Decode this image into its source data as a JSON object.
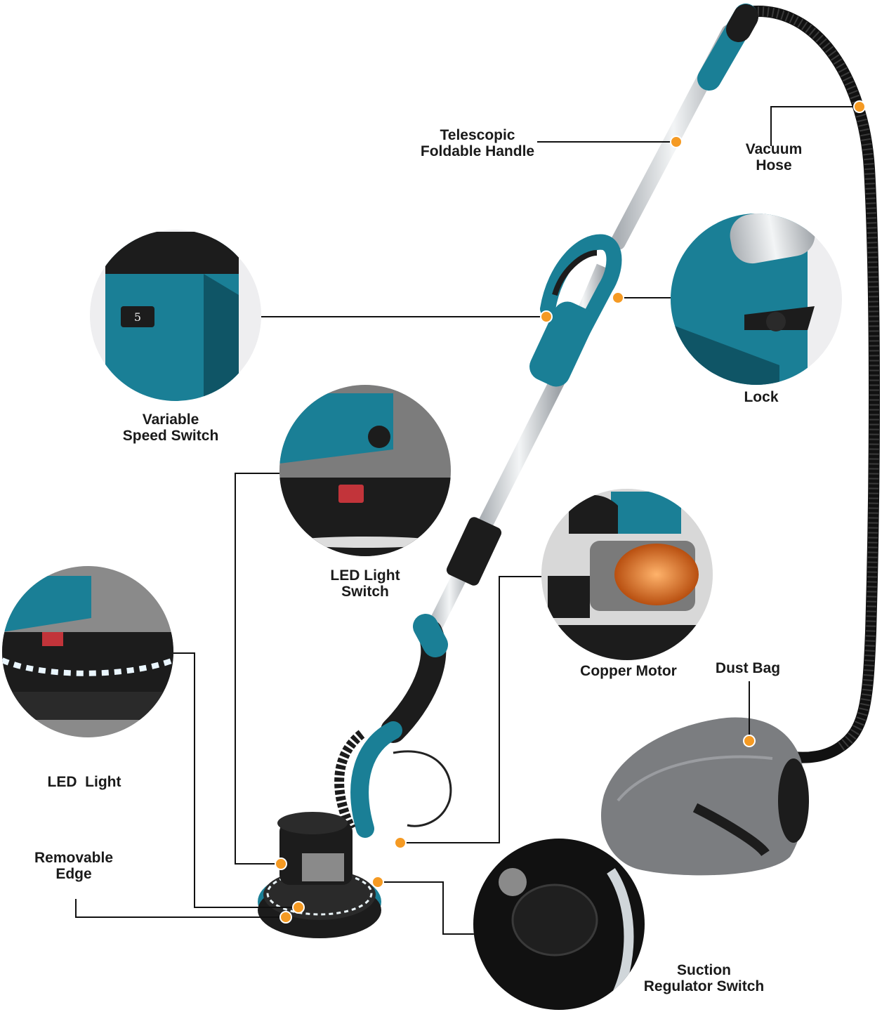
{
  "labels": {
    "handle": [
      "Telescopic",
      "Foldable Handle"
    ],
    "hose": [
      "Vacuum",
      "Hose"
    ],
    "speed": [
      "Variable",
      "Speed Switch"
    ],
    "lock": [
      "Lock"
    ],
    "led_switch": [
      "LED Light",
      "Switch"
    ],
    "motor": [
      "Copper Motor"
    ],
    "dust_bag": [
      "Dust Bag"
    ],
    "led_light": [
      "LED  Light"
    ],
    "edge": [
      "Removable",
      "Edge"
    ],
    "suction": [
      "Suction",
      "Regulator Switch"
    ]
  },
  "dial_number": "5",
  "colors": {
    "teal": "#1a7f96",
    "teal_dark": "#0f5566",
    "pole": "#d9dde0",
    "black": "#1c1c1c",
    "bag_gray": "#7b7d80",
    "callout_dot": "#f59a23",
    "line": "#111111"
  }
}
